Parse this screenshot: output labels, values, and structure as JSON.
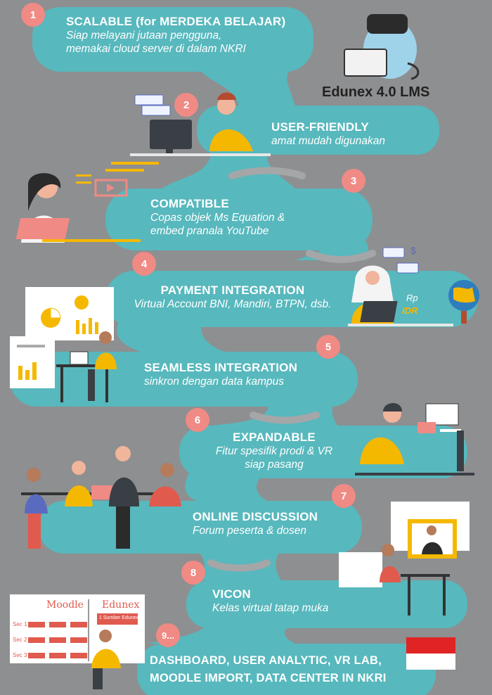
{
  "brand": {
    "name": "Edunex 4.0 LMS"
  },
  "colors": {
    "road": "#57b8bd",
    "badge": "#f08a84",
    "background": "#8e8f91",
    "accent": "#f5b800"
  },
  "items": [
    {
      "num": "1",
      "title": "SCALABLE (for MERDEKA BELAJAR)",
      "line1": "Siap melayani jutaan pengguna,",
      "line2": "memakai cloud server di dalam NKRI"
    },
    {
      "num": "2",
      "title": "USER-FRIENDLY",
      "line1": "amat mudah digunakan"
    },
    {
      "num": "3",
      "title": "COMPATIBLE",
      "line1": "Copas objek Ms Equation &",
      "line2": "embed pranala YouTube"
    },
    {
      "num": "4",
      "title": "PAYMENT INTEGRATION",
      "line1": "Virtual Account BNI, Mandiri, BTPN, dsb."
    },
    {
      "num": "5",
      "title": "SEAMLESS INTEGRATION",
      "line1": "sinkron dengan data kampus"
    },
    {
      "num": "6",
      "title": "EXPANDABLE",
      "line1": "Fitur spesifik prodi & VR",
      "line2": "siap pasang"
    },
    {
      "num": "7",
      "title": "ONLINE DISCUSSION",
      "line1": "Forum peserta & dosen"
    },
    {
      "num": "8",
      "title": "VICON",
      "line1": "Kelas virtual tatap muka"
    },
    {
      "num": "9...",
      "title": "DASHBOARD, USER ANALYTIC, VR LAB,",
      "line1": "MOODLE IMPORT, DATA CENTER IN NKRI"
    }
  ],
  "illustrations": {
    "payment_labels": {
      "rp": "Rp",
      "idr": "IDR",
      "dollar": "$"
    },
    "moodle_board": {
      "left": "Moodle",
      "right": "Edunex",
      "rows": [
        "Sec 1",
        "Sec 2",
        "Sec 3"
      ],
      "button": "1 Sumber Edunex"
    }
  }
}
